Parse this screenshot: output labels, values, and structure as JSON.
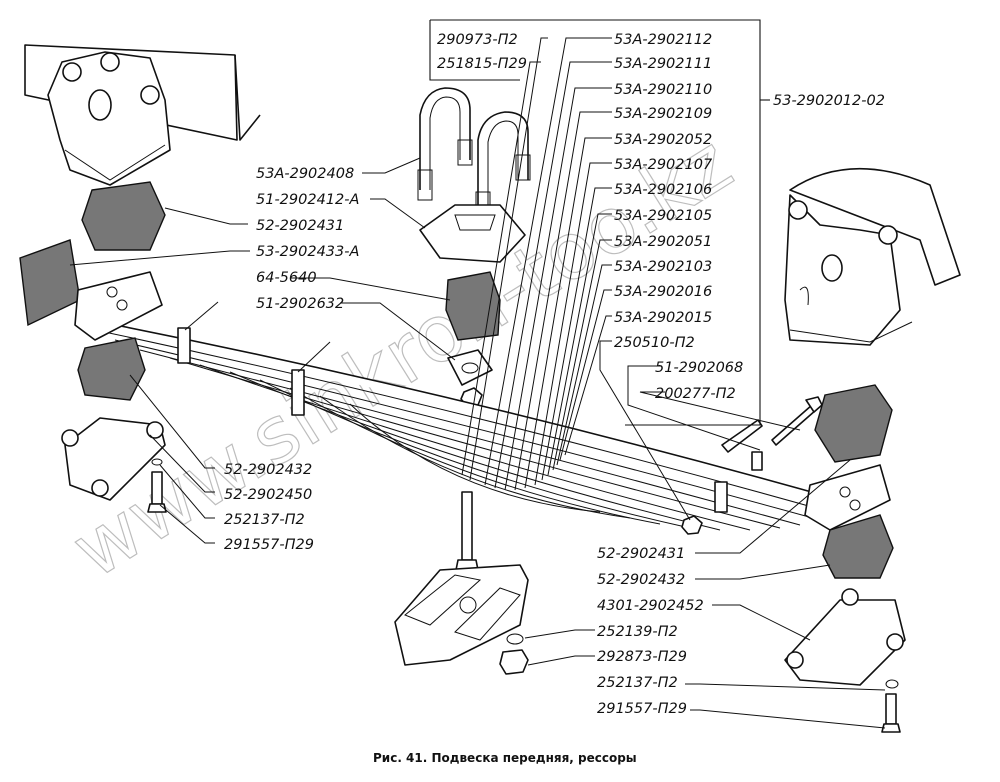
{
  "figure": {
    "caption": "Рис. 41. Подвеска передняя, рессоры",
    "watermark": "www.sinkron-too.kz"
  },
  "labels": {
    "boxed_left": [
      "290973-П2",
      "251815-П29"
    ],
    "leaves": [
      "53А-2902112",
      "53А-2902111",
      "53А-2902110",
      "53А-2902109",
      "53А-2902052",
      "53А-2902107",
      "53А-2902106",
      "53А-2902105",
      "53А-2902051",
      "53А-2902103",
      "53А-2902016",
      "53А-2902015",
      "250510-П2",
      "51-2902068",
      "200277-П2"
    ],
    "assembly": "53-2902012-02",
    "left_upper": [
      "53А-2902408",
      "51-2902412-А",
      "52-2902431",
      "53-2902433-А",
      "64-5640",
      "51-2902632"
    ],
    "left_lower": [
      "52-2902432",
      "52-2902450",
      "252137-П2",
      "291557-П29"
    ],
    "right_lower": [
      "52-2902431",
      "52-2902432",
      "4301-2902452",
      "252139-П2",
      "292873-П29",
      "252137-П2",
      "291557-П29"
    ]
  },
  "colors": {
    "ink": "#111111",
    "pad_fill": "#777777",
    "watermark": "#888888"
  }
}
